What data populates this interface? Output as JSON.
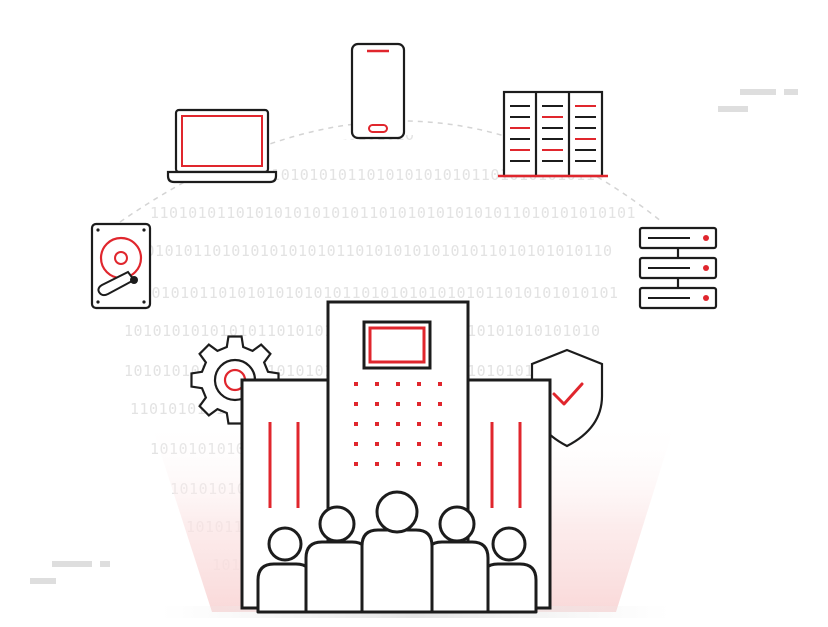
{
  "colors": {
    "accent": "#e0262d",
    "outline": "#1c1c1c",
    "binary": "#e3e3e3",
    "glow": "#fbe4e4",
    "dash": "#dddddd"
  },
  "binary_rows": [
    "1010101010101010",
    "1010101010101011010101010101101010101011",
    "110101011010101010101011010101010101011010101010101",
    "10101011010101010101011010101010101011010101010110",
    "10101011010101010101011010101010101011010101010101",
    "10101010101010110101010101010101010110101010101010",
    "10101010101010110101010101010101010110101010101010",
    "1101010101010101010110101010101010101010101010",
    "101010101010101101010101010101010101101010",
    "10101010101010101010101011010101",
    "101011010101010101010101",
    "10101010101010101"
  ],
  "icons": [
    "laptop-icon",
    "smartphone-icon",
    "server-rack-icon",
    "hard-drive-icon",
    "server-stack-icon",
    "gear-icon",
    "shield-check-icon",
    "office-building-icon",
    "people-group-icon"
  ]
}
